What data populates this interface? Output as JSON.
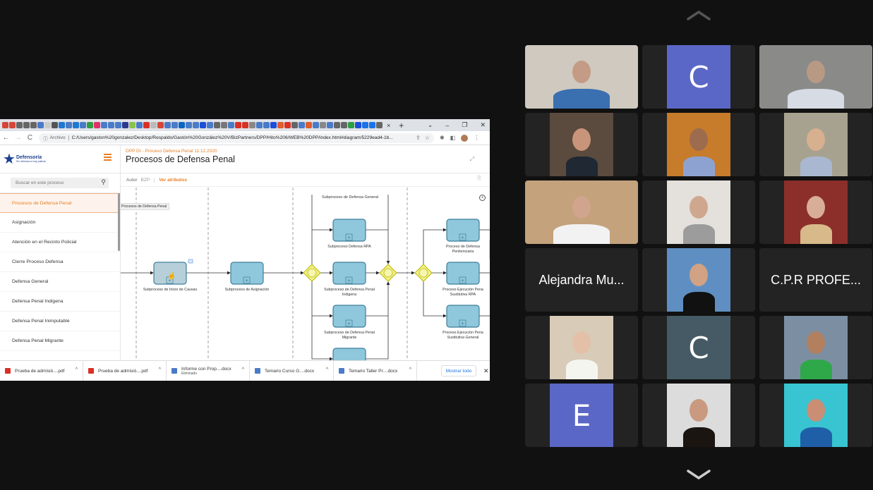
{
  "browser": {
    "favicons": [
      "#d44638",
      "#d44638",
      "#666",
      "#666",
      "#666",
      "#4a7bc8",
      "#ccc",
      "#555",
      "#1f78d1",
      "#4a7bc8",
      "#1f78d1",
      "#4a7bc8",
      "#2e9e44",
      "#e1306c",
      "#4a7bc8",
      "#4a7bc8",
      "#4a7bc8",
      "#2b3a8f",
      "#8bc34a",
      "#4a7bc8",
      "#d93025",
      "#bbb",
      "#d44638",
      "#4a7bc8",
      "#4a7bc8",
      "#0a66c2",
      "#4a7bc8",
      "#4a7bc8",
      "#1d4ed8",
      "#4a7bc8",
      "#666",
      "#777",
      "#4a7bc8",
      "#d93025",
      "#d93025",
      "#888",
      "#4a7bc8",
      "#4a7bc8",
      "#1d4ed8",
      "#e05d2c",
      "#d93025",
      "#666",
      "#4a7bc8",
      "#e05d2c",
      "#4a7bc8",
      "#888",
      "#4a7bc8",
      "#666",
      "#666",
      "#2e9e44",
      "#1d4ed8",
      "#1a73e8",
      "#1a73e8",
      "#666"
    ],
    "tab_close": "×",
    "new_tab": "+",
    "window_controls": {
      "dropdown": "⌄",
      "minimize": "–",
      "restore": "❐",
      "close": "✕"
    },
    "nav": {
      "back": "←",
      "forward": "→",
      "reload": "C"
    },
    "omnibox": {
      "info_icon": "ⓘ",
      "scheme_label": "Archivo",
      "url": "C:/Users/gaston%20gonzalez/Desktop/Respaldo/Gastón%20González%20V/BizPartners/DPP/Hito%206/WEB%20DPP/index.html#diagram/5229ead4-1b...",
      "share_icon": "⇪",
      "star_icon": "☆"
    },
    "toolbar_icons": {
      "extensions": "✱",
      "sidepanel": "◧",
      "menu": "⋮"
    }
  },
  "app": {
    "logo": {
      "name": "Defensoría",
      "tagline": "Sin defensa no hay justicia"
    },
    "search": {
      "placeholder": "Buscar en este proceso",
      "icon": "⚲"
    },
    "menu": [
      {
        "label": "Procesos de Defensa Penal",
        "active": true
      },
      {
        "label": "Asignación"
      },
      {
        "label": "Atención en el Recinto Policial"
      },
      {
        "label": "Cierre Proceso Defensa"
      },
      {
        "label": "Defensa General"
      },
      {
        "label": "Defensa Penal Indigena"
      },
      {
        "label": "Defensa Penal Inimputable"
      },
      {
        "label": "Defensa Penal Migrante"
      }
    ],
    "header": {
      "subtitle": "DPP DI - Proceso Defensa Penal 11.12.2020",
      "title": "Procesos de Defensa Penal",
      "expand_icon": "⤢"
    },
    "attributes": {
      "author_label": "Autor",
      "author_value": "BZP",
      "link": "Ver atributos",
      "clip_icon": "⎘"
    },
    "tooltip": "Procesos de Defensa Penal",
    "zoom_icon": "+",
    "diagram": {
      "colors": {
        "task": "#8fc7dc",
        "task_border": "#3e7f9a",
        "task_hover": "#b6cfd8",
        "gateway": "#f3f08a",
        "gateway_border": "#b8b800",
        "line": "#333",
        "lane": "#888"
      },
      "lanes_label": "Subproceso de Defensa General",
      "tasks": [
        {
          "id": "t1",
          "label": [
            "Subproceso de Inicio de Causas"
          ],
          "hover": true
        },
        {
          "id": "t2",
          "label": [
            "Subproceso de Asignación"
          ]
        },
        {
          "id": "t3",
          "label": [
            "Subproceso Defensa RPA"
          ]
        },
        {
          "id": "t4",
          "label": [
            "Subproceso de Defensa Penal",
            "Indigena"
          ]
        },
        {
          "id": "t5",
          "label": [
            "Subproceso de Defensa Penal",
            "Migrante"
          ]
        },
        {
          "id": "t6",
          "label": []
        },
        {
          "id": "t7",
          "label": [
            "Proceso de Defensa",
            "Penitenciaria"
          ]
        },
        {
          "id": "t8",
          "label": [
            "Proceso Ejecución Pena",
            "Sustitutiva RPA"
          ]
        },
        {
          "id": "t9",
          "label": [
            "Proceso Ejecución Pena",
            "Sustitutiva General"
          ]
        }
      ],
      "gateways": 3
    }
  },
  "downloads": {
    "items": [
      {
        "name": "Prueba de admisió....pdf",
        "type": "pdf"
      },
      {
        "name": "Prueba de admisió....pdf",
        "type": "pdf"
      },
      {
        "name": "Informe con Prop....docx",
        "type": "doc",
        "status": "Eliminado"
      },
      {
        "name": "Temario Curso G....docx",
        "type": "doc"
      },
      {
        "name": "Temario Taller Pr....docx",
        "type": "doc"
      }
    ],
    "chevron": "^",
    "show_all": "Mostrar todo",
    "close": "✕"
  },
  "gallery": {
    "accent_speaking": "#3ccf4e",
    "tiles": [
      {
        "kind": "video",
        "desc": "woman-glasses",
        "full": true,
        "bg": "#cfc9bf",
        "skin": "#c49b84",
        "shirt": "#3a6fb0"
      },
      {
        "kind": "letter",
        "letter": "C",
        "color": "#5b67c6"
      },
      {
        "kind": "video",
        "desc": "man-speaking",
        "full": true,
        "speaking": true,
        "bg": "#8a8a88",
        "skin": "#b89a84",
        "shirt": "#d6dbe4"
      },
      {
        "kind": "photo",
        "desc": "man-smiling",
        "bg": "#5b4a3e",
        "skin": "#c8957a",
        "shirt": "#1f2833"
      },
      {
        "kind": "photo",
        "desc": "man-hat",
        "bg": "#c67c2a",
        "skin": "#9d6b4e",
        "shirt": "#8ea2d1"
      },
      {
        "kind": "photo",
        "desc": "woman-garden",
        "bg": "#a7a28f",
        "skin": "#d7b090",
        "shirt": "#a9b8d0"
      },
      {
        "kind": "video",
        "desc": "man-bookshelf",
        "full": true,
        "bg": "#c4a27c",
        "skin": "#d0a48d",
        "shirt": "#f2f2f2"
      },
      {
        "kind": "photo",
        "desc": "man-suit",
        "bg": "#e4e1dc",
        "skin": "#cfa78f",
        "shirt": "#9c9c9c"
      },
      {
        "kind": "photo",
        "desc": "woman-selfie",
        "bg": "#8c2f2a",
        "skin": "#d9ae98",
        "shirt": "#d8b98a"
      },
      {
        "kind": "name",
        "name": "Alejandra Mu..."
      },
      {
        "kind": "photo",
        "desc": "man-mountain",
        "bg": "#5f8fc2",
        "skin": "#d1a284",
        "shirt": "#111"
      },
      {
        "kind": "name",
        "name": "C.P.R PROFE..."
      },
      {
        "kind": "photo",
        "desc": "woman-car",
        "bg": "#d8cbb7",
        "skin": "#e4c0a8",
        "shirt": "#f5f5f0"
      },
      {
        "kind": "letter",
        "letter": "C",
        "color": "#455a64"
      },
      {
        "kind": "photo",
        "desc": "man-green-jacket",
        "bg": "#7c8fa2",
        "skin": "#b2805f",
        "shirt": "#2fa84a"
      },
      {
        "kind": "letter",
        "letter": "E",
        "color": "#5b67c6"
      },
      {
        "kind": "photo",
        "desc": "woman-profile",
        "bg": "#dcdcdc",
        "skin": "#c99a80",
        "shirt": "#1b1512"
      },
      {
        "kind": "photo",
        "desc": "woman-dolphin",
        "bg": "#38c4d1",
        "skin": "#c98e73",
        "shirt": "#1f5fa8"
      }
    ]
  }
}
